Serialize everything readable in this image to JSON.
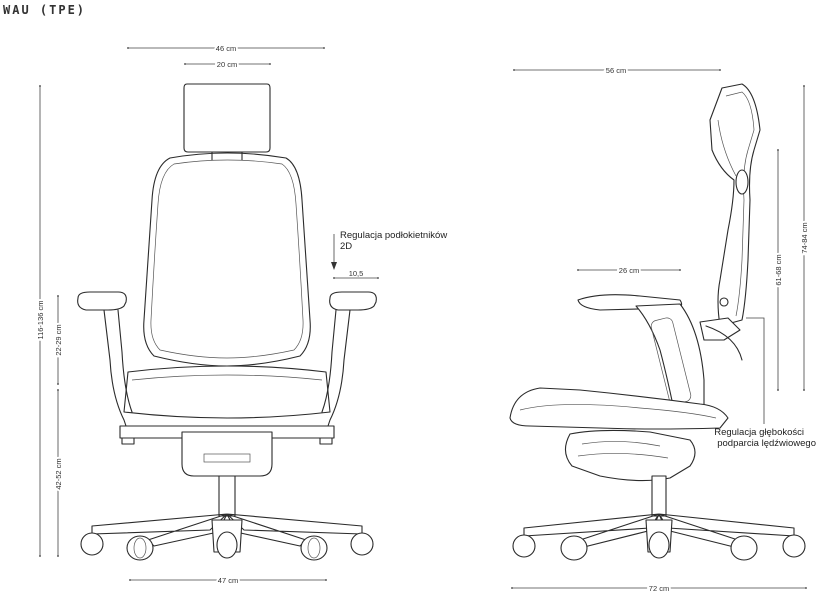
{
  "title": "WAU (TPE)",
  "front_view": {
    "dim_overall_width_top": "46 cm",
    "dim_headrest_width": "20 cm",
    "dim_total_height": "116-136 cm",
    "dim_armrest_height": "22-29 cm",
    "dim_seat_height": "42-52 cm",
    "dim_base_width": "47 cm",
    "dim_armrest_offset": "10,5",
    "note_armrest_line1": "Regulacja podłokietników",
    "note_armrest_line2": "2D"
  },
  "side_view": {
    "dim_depth_top": "56 cm",
    "dim_armrest_length": "26 cm",
    "dim_backrest_height": "74-84 cm",
    "dim_back_height_from_seat": "61-68 cm",
    "dim_base_depth": "72 cm",
    "note_lumbar_line1": "Regulacja głębokości",
    "note_lumbar_line2": "podparcia lędźwiowego"
  }
}
